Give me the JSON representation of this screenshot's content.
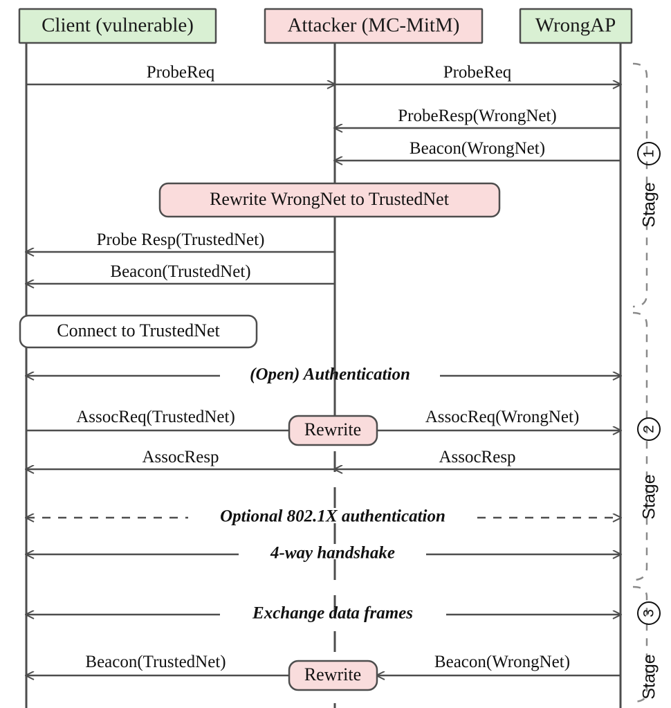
{
  "diagram": {
    "title": "MC-MitM attack sequence diagram",
    "colors": {
      "green_fill": "#d9f0d3",
      "pink_fill": "#fadcdc",
      "pink_pill": "#f9dcdc",
      "white_fill": "#ffffff",
      "border": "#4d4d4d",
      "line": "#4d4d4d",
      "text": "#111111",
      "bracket": "#8a8a8a"
    },
    "actors": [
      {
        "id": "client",
        "label": "Client (vulnerable)",
        "fill": "green"
      },
      {
        "id": "attacker",
        "label": "Attacker (MC-MitM)",
        "fill": "pink"
      },
      {
        "id": "wrongap",
        "label": "WrongAP",
        "fill": "green"
      }
    ],
    "messages": [
      {
        "id": "m1",
        "label": "ProbeReq",
        "from": "client",
        "to": "attacker",
        "style": "solid",
        "dir": "right"
      },
      {
        "id": "m2",
        "label": "ProbeReq",
        "from": "attacker",
        "to": "wrongap",
        "style": "solid",
        "dir": "right"
      },
      {
        "id": "m3",
        "label": "ProbeResp(WrongNet)",
        "from": "wrongap",
        "to": "attacker",
        "style": "solid",
        "dir": "left"
      },
      {
        "id": "m4",
        "label": "Beacon(WrongNet)",
        "from": "wrongap",
        "to": "attacker",
        "style": "solid",
        "dir": "left"
      },
      {
        "id": "m5",
        "label": "Probe Resp(TrustedNet)",
        "from": "attacker",
        "to": "client",
        "style": "solid",
        "dir": "left"
      },
      {
        "id": "m6",
        "label": "Beacon(TrustedNet)",
        "from": "attacker",
        "to": "client",
        "style": "solid",
        "dir": "left"
      },
      {
        "id": "m7",
        "label": "(Open) Authentication",
        "from": "client",
        "to": "wrongap",
        "style": "solid",
        "dir": "both",
        "italic": true
      },
      {
        "id": "m8",
        "label": "AssocReq(TrustedNet)",
        "from": "client",
        "to": "attacker",
        "style": "solid",
        "dir": "right"
      },
      {
        "id": "m9",
        "label": "AssocReq(WrongNet)",
        "from": "attacker",
        "to": "wrongap",
        "style": "solid",
        "dir": "right"
      },
      {
        "id": "m10",
        "label": "AssocResp",
        "from": "attacker",
        "to": "client",
        "style": "solid",
        "dir": "left"
      },
      {
        "id": "m11",
        "label": "AssocResp",
        "from": "wrongap",
        "to": "attacker",
        "style": "solid",
        "dir": "left"
      },
      {
        "id": "m12",
        "label": "Optional 802.1X authentication",
        "from": "client",
        "to": "wrongap",
        "style": "dashed",
        "dir": "both",
        "italic": true
      },
      {
        "id": "m13",
        "label": "4-way handshake",
        "from": "client",
        "to": "wrongap",
        "style": "solid",
        "dir": "both",
        "italic": true
      },
      {
        "id": "m14",
        "label": "Exchange data frames",
        "from": "client",
        "to": "wrongap",
        "style": "solid",
        "dir": "both",
        "italic": true
      },
      {
        "id": "m15",
        "label": "Beacon(TrustedNet)",
        "from": "attacker",
        "to": "client",
        "style": "solid",
        "dir": "left"
      },
      {
        "id": "m16",
        "label": "Beacon(WrongNet)",
        "from": "wrongap",
        "to": "attacker",
        "style": "solid",
        "dir": "left"
      }
    ],
    "notes": [
      {
        "id": "n1",
        "label": "Rewrite WrongNet to TrustedNet",
        "fill": "pink",
        "shape": "rounded"
      },
      {
        "id": "n2",
        "label": "Connect to TrustedNet",
        "fill": "white",
        "shape": "rounded"
      },
      {
        "id": "n3",
        "label": "Rewrite",
        "fill": "pink",
        "shape": "pill"
      },
      {
        "id": "n4",
        "label": "Rewrite",
        "fill": "pink",
        "shape": "pill"
      }
    ],
    "stages": [
      {
        "id": "s1",
        "label": "Stage",
        "number": "①"
      },
      {
        "id": "s2",
        "label": "Stage",
        "number": "②"
      },
      {
        "id": "s3",
        "label": "Stage",
        "number": "③"
      }
    ]
  }
}
